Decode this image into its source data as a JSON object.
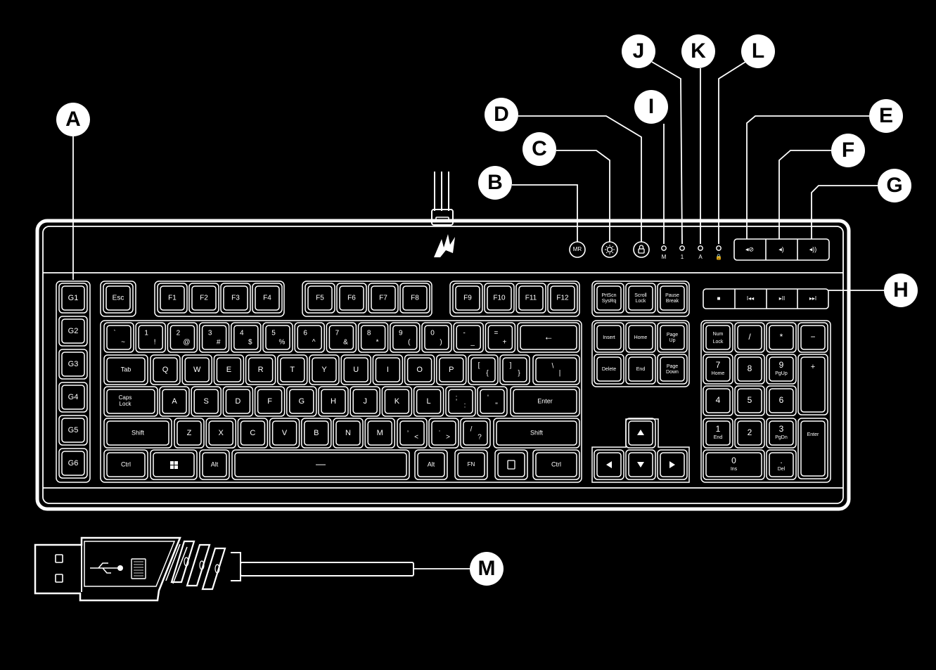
{
  "diagram": {
    "callouts": [
      "A",
      "B",
      "C",
      "D",
      "E",
      "F",
      "G",
      "H",
      "I",
      "J",
      "K",
      "L",
      "M"
    ],
    "keyboard": {
      "g_keys": [
        "G1",
        "G2",
        "G3",
        "G4",
        "G5",
        "G6"
      ],
      "function_row": [
        "Esc",
        "F1",
        "F2",
        "F3",
        "F4",
        "F5",
        "F6",
        "F7",
        "F8",
        "F9",
        "F10",
        "F11",
        "F12"
      ],
      "nav_top": [
        [
          "PrtScn",
          "SysRq"
        ],
        [
          "Scroll",
          "Lock"
        ],
        [
          "Pause",
          "Break"
        ]
      ],
      "number_row": [
        [
          "`",
          "~"
        ],
        [
          "1",
          "!"
        ],
        [
          "2",
          "@"
        ],
        [
          "3",
          "#"
        ],
        [
          "4",
          "$"
        ],
        [
          "5",
          "%"
        ],
        [
          "6",
          "^"
        ],
        [
          "7",
          "&"
        ],
        [
          "8",
          "*"
        ],
        [
          "9",
          "("
        ],
        [
          "0",
          ")"
        ],
        [
          "-",
          "_"
        ],
        [
          "=",
          "+"
        ]
      ],
      "backspace": "←",
      "tab": "Tab",
      "qwerty_row": [
        "Q",
        "W",
        "E",
        "R",
        "T",
        "Y",
        "U",
        "I",
        "O",
        "P"
      ],
      "qwerty_sym": [
        [
          "[",
          "{"
        ],
        [
          "]",
          "}"
        ],
        [
          "\\",
          "|"
        ]
      ],
      "caps": [
        "Caps",
        "Lock"
      ],
      "asdf_row": [
        "A",
        "S",
        "D",
        "F",
        "G",
        "H",
        "J",
        "K",
        "L"
      ],
      "asdf_sym": [
        [
          ";",
          ":"
        ],
        [
          "'",
          "\""
        ]
      ],
      "enter": "Enter",
      "shift": "Shift",
      "zxcv_row": [
        "Z",
        "X",
        "C",
        "V",
        "B",
        "N",
        "M"
      ],
      "zxcv_sym": [
        [
          ",",
          "<"
        ],
        [
          ".",
          ">"
        ],
        [
          "/",
          "?"
        ]
      ],
      "bottom_row": {
        "ctrl": "Ctrl",
        "alt": "Alt",
        "space": "—",
        "fn": "FN"
      },
      "nav_cluster": [
        [
          "Insert"
        ],
        [
          "Home"
        ],
        [
          "Page",
          "Up"
        ],
        [
          "Delete"
        ],
        [
          "End"
        ],
        [
          "Page",
          "Down"
        ]
      ],
      "numpad": {
        "numlock": [
          "Num",
          "Lock"
        ],
        "slash": "/",
        "star": "*",
        "minus": "−",
        "plus": "+",
        "enter": "Enter",
        "n7": [
          "7",
          "Home"
        ],
        "n8": "8",
        "n9": [
          "9",
          "PgUp"
        ],
        "n4": "4",
        "n5": "5",
        "n6": "6",
        "n1": [
          "1",
          "End"
        ],
        "n2": "2",
        "n3": [
          "3",
          "PgDn"
        ],
        "n0": [
          "0",
          "Ins"
        ],
        "dot": [
          ".",
          "Del"
        ]
      },
      "profile_button": "MR",
      "indicator_labels": [
        "M",
        "1",
        "A",
        "🔒"
      ],
      "media_symbols": [
        "■",
        "I◂◂",
        "▸II",
        "▸▸I"
      ],
      "volume_symbols": [
        "◂⊘",
        "◂)",
        "◂))"
      ]
    }
  }
}
